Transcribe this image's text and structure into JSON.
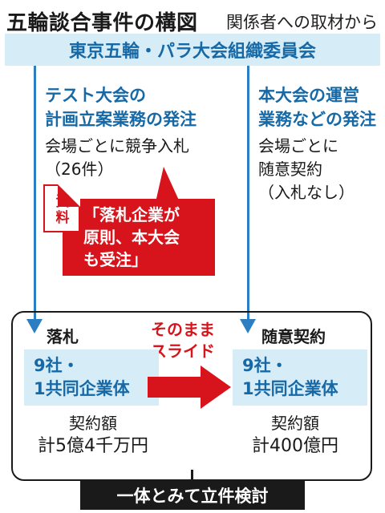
{
  "header": {
    "title": "五輪談合事件の構図",
    "note": "関係者への取材から"
  },
  "organizer": "東京五輪・パラ大会組織委員会",
  "left_column": {
    "heading_line1": "テスト大会の",
    "heading_line2": "計画立案業務の発注",
    "detail_line1": "会場ごとに競争入札",
    "detail_line2": "（26件）"
  },
  "right_column": {
    "heading_line1": "本大会の運営",
    "heading_line2": "業務などの発注",
    "detail_line1": "会場ごとに",
    "detail_line2": "随意契約",
    "detail_line3": "（入札なし）"
  },
  "document": {
    "icon_label": "資料",
    "quote_line1": "「落札企業が",
    "quote_line2": "原則、本大会",
    "quote_line3": "も受注」"
  },
  "lower": {
    "left_label": "落札",
    "right_label": "随意契約",
    "left_box_line1": "9社・",
    "left_box_line2": "1共同企業体",
    "right_box_line1": "9社・",
    "right_box_line2": "1共同企業体",
    "slide_line1": "そのまま",
    "slide_line2": "スライド",
    "left_amount_label": "契約額",
    "left_amount_value": "計5億4千万円",
    "right_amount_label": "契約額",
    "right_amount_value": "計400億円"
  },
  "conclusion": "一体とみて立件検討",
  "colors": {
    "blue": "#1769a6",
    "light_blue": "#d6ecf7",
    "red": "#d7131b",
    "black": "#1a1a1a"
  }
}
